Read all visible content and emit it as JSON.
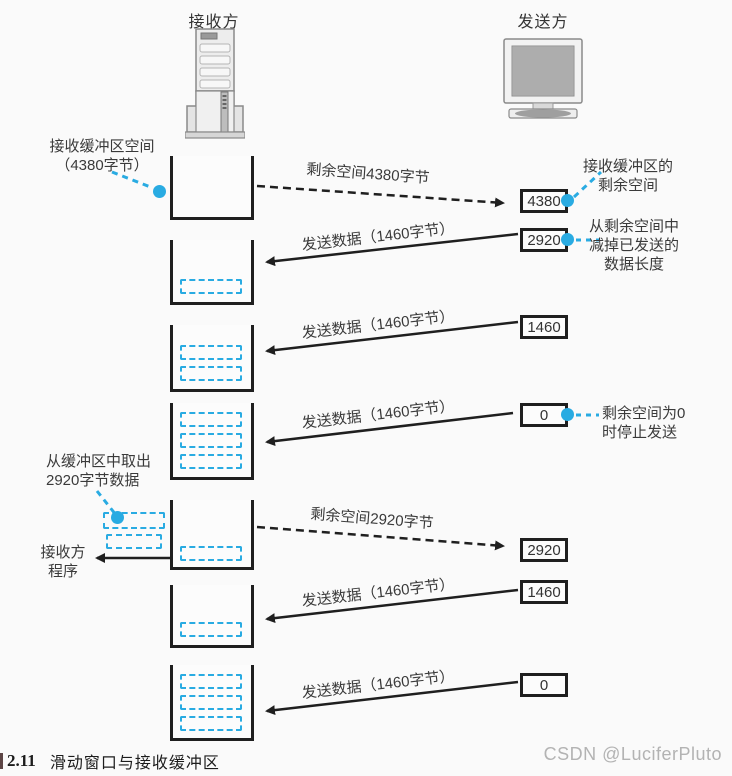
{
  "header": {
    "receiver_label": "接收方",
    "sender_label": "发送方"
  },
  "left_annotations": {
    "buffer_space": "接收缓冲区空间\n（4380字节）",
    "extract": "从缓冲区中取出\n2920字节数据",
    "receiver_program": "接收方\n程序"
  },
  "right_annotations": {
    "remaining_space": "接收缓冲区的\n剩余空间",
    "subtract_sent": "从剩余空间中\n减掉已发送的\n数据长度",
    "zero_stop": "剩余空间为0\n时停止发送"
  },
  "rows": [
    {
      "label": "剩余空间4380字节",
      "value": "4380"
    },
    {
      "label": "发送数据（1460字节）",
      "value": "2920"
    },
    {
      "label": "发送数据（1460字节）",
      "value": "1460"
    },
    {
      "label": "发送数据（1460字节）",
      "value": "0"
    },
    {
      "label": "剩余空间2920字节",
      "value": "2920"
    },
    {
      "label": "发送数据（1460字节）",
      "value": "1460"
    },
    {
      "label": "发送数据（1460字节）",
      "value": "0"
    }
  ],
  "caption": {
    "figure_number": "2.11",
    "title": "滑动窗口与接收缓冲区"
  },
  "watermark": "CSDN @LuciferPluto",
  "colors": {
    "data_blue": "#29abe2",
    "line_black": "#1f1f1f",
    "watermark_gray": "#b3b3b3"
  }
}
